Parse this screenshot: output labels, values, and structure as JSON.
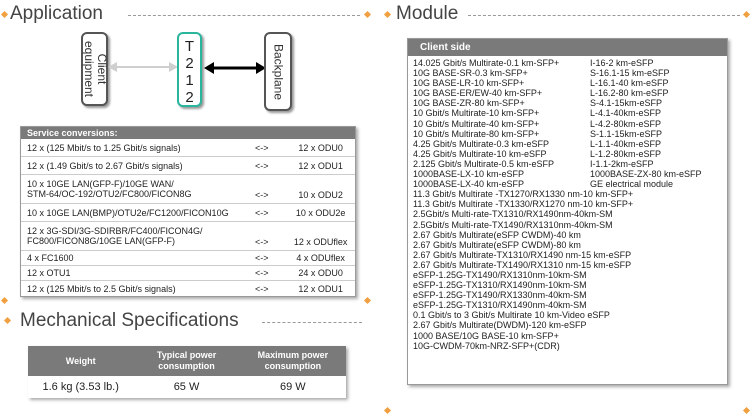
{
  "application": {
    "title": "Application",
    "client_label": [
      "Client",
      "equipment"
    ],
    "t212_chars": [
      "T",
      "2",
      "1",
      "2"
    ],
    "backplane_label": "Backplane"
  },
  "service": {
    "header": "Service conversions:",
    "rows": [
      {
        "left": [
          "12 x (125 Mbit/s to 1.25 Gbit/s signals)"
        ],
        "arrow": "<->",
        "right": "12 x ODU0"
      },
      {
        "left": [
          "12 x (1.49 Gbit/s to 2.67 Gbit/s signals)"
        ],
        "arrow": "<->",
        "right": "12 x ODU1"
      },
      {
        "left": [
          "10 x 10GE LAN(GFP-F)/10GE WAN/",
          "STM-64/OC-192/OTU2/FC800/FICON8G"
        ],
        "arrow": "<->",
        "right": "10 x ODU2"
      },
      {
        "left": [
          "10 x 10GE LAN(BMP)/OTU2e/FC1200/FICON10G"
        ],
        "arrow": "<->",
        "right": "10 x ODU2e"
      },
      {
        "left": [
          "12 x 3G-SDI/3G-SDIRBR/FC400/FICON4G/",
          "FC800/FICON8G/10GE LAN(GFP-F)"
        ],
        "arrow": "<->",
        "right": "12 x ODUflex"
      },
      {
        "left": [
          "4 x FC1600"
        ],
        "arrow": "<->",
        "right": "4 x ODUflex"
      },
      {
        "left": [
          "12 x OTU1"
        ],
        "arrow": "<->",
        "right": "24 x ODU0"
      },
      {
        "left": [
          "12 x (125 Mbit/s to 2.5 Gbit/s signals)"
        ],
        "arrow": "<->",
        "right": "12 x ODU1"
      }
    ]
  },
  "mechanical": {
    "title": "Mechanical Specifications",
    "headers": [
      "Weight",
      "Typical power consumption",
      "Maximum power consumption"
    ],
    "values": [
      "1.6 kg (3.53 lb.)",
      "65 W",
      "69 W"
    ]
  },
  "module": {
    "title": "Module",
    "header": "Client side",
    "col_a": [
      "14.025 Gbit/s Multirate-0.1 km-SFP+",
      "10G BASE-SR-0.3 km-SFP+",
      "10G BASE-LR-10 km-SFP+",
      "10G BASE-ER/EW-40 km-SFP+",
      "10G BASE-ZR-80 km-SFP+",
      "10 Gbit/s Multirate-10 km-SFP+",
      "10 Gbit/s Multirate-40 km-SFP+",
      "10 Gbit/s Multirate-80 km-SFP+",
      "4.25 Gbit/s Multirate-0.3 km-eSFP",
      "4.25 Gbit/s Multirate-10 km-eSFP",
      "2.125 Gbit/s Multirate-0.5 km-eSFP",
      "1000BASE-LX-10 km-eSFP",
      "1000BASE-LX-40 km-eSFP"
    ],
    "col_b": [
      "I-16-2 km-eSFP",
      "S-16.1-15 km-eSFP",
      "L-16.1-40 km-eSFP",
      "L-16.2-80 km-eSFP",
      "S-4.1-15km-eSFP",
      "L-4.1-40km-eSFP",
      "L-4.2-80km-eSFP",
      "S-1.1-15km-eSFP",
      "L-1.1-40km-eSFP",
      "L-1.2-80km-eSFP",
      "I-1.1-2km-eSFP",
      "1000BASE-ZX-80 km-eSFP",
      "GE electrical module"
    ],
    "full": [
      "11.3 Gbit/s Multirate -TX1270/RX1330 nm-10 km-SFP+",
      "11.3 Gbit/s Multirate -TX1330/RX1270 nm-10 km-SFP+",
      "2.5Gbit/s Multi-rate-TX1310/RX1490nm-40km-SM",
      "2.5Gbit/s Multi-rate-TX1490/RX1310nm-40km-SM",
      "2.67 Gbit/s Multirate(eSFP CWDM)-40 km",
      "2.67 Gbit/s Multirate(eSFP CWDM)-80 km",
      "2.67 Gbit/s Multirate-TX1310/RX1490 nm-15 km-eSFP",
      "2.67 Gbit/s Multirate-TX1490/RX1310 nm-15 km-eSFP",
      "eSFP-1.25G-TX1490/RX1310nm-10km-SM",
      "eSFP-1.25G-TX1310/RX1490nm-10km-SM",
      "eSFP-1.25G-TX1490/RX1330nm-40km-SM",
      "eSFP-1.25G-TX1310/RX1490nm-40km-SM",
      "0.1 Gbit/s to 3 Gbit/s Multirate 10 km-Video eSFP",
      "2.67 Gbit/s Multirate(DWDM)-120 km-eSFP",
      "1000 BASE/10G BASE-10 km-SFP+",
      "10G-CWDM-70km-NRZ-SFP+(CDR)"
    ]
  }
}
